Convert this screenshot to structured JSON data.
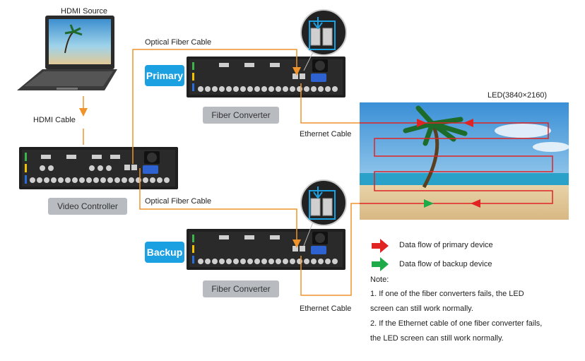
{
  "labels": {
    "hdmi_source": "HDMI Source",
    "hdmi_cable": "HDMI Cable",
    "optical_fiber_cable_top": "Optical Fiber Cable",
    "optical_fiber_cable_bottom": "Optical Fiber Cable",
    "ethernet_cable_top": "Ethernet Cable",
    "ethernet_cable_bottom": "Ethernet Cable",
    "led": "LED(3840×2160)"
  },
  "devices": {
    "primary_tag": "Primary",
    "backup_tag": "Backup",
    "fiber_converter_top": "Fiber Converter",
    "fiber_converter_bottom": "Fiber Converter",
    "video_controller": "Video Controller"
  },
  "legend": {
    "primary": {
      "label": "Data flow of primary device",
      "color": "#e02424"
    },
    "backup": {
      "label": "Data flow of backup device",
      "color": "#1faa4a"
    }
  },
  "notes": {
    "title": "Note:",
    "line1": "1. If one of the fiber converters fails, the LED",
    "line2": "screen  can still work normally.",
    "line3": "2. If the Ethernet cable of one fiber converter fails,",
    "line4": "the LED screen can still work normally."
  },
  "colors": {
    "cable": "#f0932b",
    "tag_blue": "#1ba0e1",
    "tag_gray": "#b8bcc1"
  }
}
